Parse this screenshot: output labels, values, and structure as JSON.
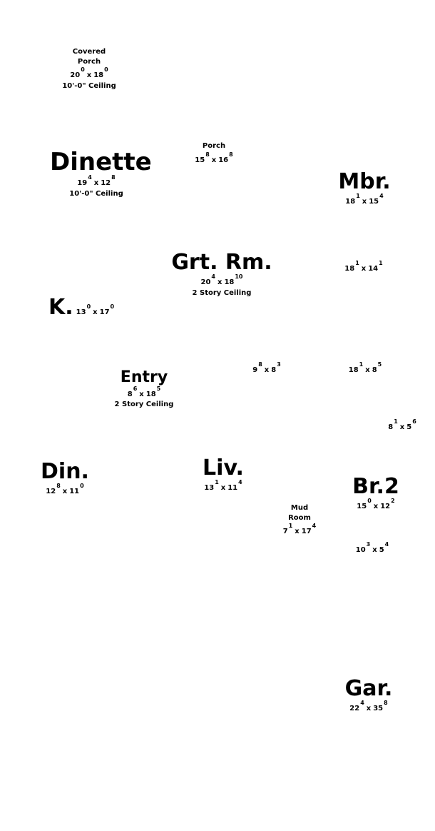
{
  "rooms": {
    "covered_porch": {
      "name_line1": "Covered",
      "name_line2": "Porch",
      "w": "20",
      "w_in": "0",
      "l": "18",
      "l_in": "0",
      "ceiling": "10'-0\" Ceiling"
    },
    "porch": {
      "name": "Porch",
      "w": "15",
      "w_in": "8",
      "l": "16",
      "l_in": "8"
    },
    "dinette": {
      "name": "Dinette",
      "w": "19",
      "w_in": "4",
      "l": "12",
      "l_in": "8",
      "ceiling": "10'-0\" Ceiling"
    },
    "mbr": {
      "name": "Mbr.",
      "w": "18",
      "w_in": "1",
      "l": "15",
      "l_in": "4"
    },
    "grt_rm": {
      "name": "Grt. Rm.",
      "w": "20",
      "w_in": "4",
      "l": "18",
      "l_in": "10",
      "ceiling": "2 Story Ceiling"
    },
    "mbr_2": {
      "w": "18",
      "w_in": "1",
      "l": "14",
      "l_in": "1"
    },
    "kitchen": {
      "name": "K.",
      "w": "13",
      "w_in": "0",
      "l": "17",
      "l_in": "0"
    },
    "room_9x8": {
      "w": "9",
      "w_in": "8",
      "l": "8",
      "l_in": "3"
    },
    "room_18x8": {
      "w": "18",
      "w_in": "1",
      "l": "8",
      "l_in": "5"
    },
    "entry": {
      "name": "Entry",
      "w": "8",
      "w_in": "6",
      "l": "18",
      "l_in": "5",
      "ceiling": "2 Story Ceiling"
    },
    "room_8x5": {
      "w": "8",
      "w_in": "1",
      "l": "5",
      "l_in": "6"
    },
    "din": {
      "name": "Din.",
      "w": "12",
      "w_in": "8",
      "l": "11",
      "l_in": "0"
    },
    "liv": {
      "name": "Liv.",
      "w": "13",
      "w_in": "1",
      "l": "11",
      "l_in": "4"
    },
    "br2": {
      "name": "Br.2",
      "w": "15",
      "w_in": "0",
      "l": "12",
      "l_in": "2"
    },
    "mud_room": {
      "name_line1": "Mud",
      "name_line2": "Room",
      "w": "7",
      "w_in": "1",
      "l": "17",
      "l_in": "4"
    },
    "room_10x5": {
      "w": "10",
      "w_in": "3",
      "l": "5",
      "l_in": "4"
    },
    "gar": {
      "name": "Gar.",
      "w": "22",
      "w_in": "4",
      "l": "35",
      "l_in": "8"
    }
  },
  "dimension_separator": "x"
}
